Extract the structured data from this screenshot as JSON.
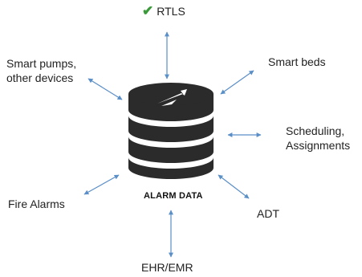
{
  "center": {
    "label": "ALARM DATA",
    "icon": "database-icon",
    "logo_icon": "arrow-logo-icon",
    "color": "#2b2b2b"
  },
  "sources": {
    "rtls": {
      "label": "RTLS",
      "badge_icon": "checkmark-icon",
      "badge_color": "#3a9a3a"
    },
    "smart_pumps": {
      "line1": "Smart pumps,",
      "line2": "other devices"
    },
    "smart_beds": {
      "label": "Smart beds"
    },
    "scheduling": {
      "line1": "Scheduling,",
      "line2": "Assignments"
    },
    "fire_alarms": {
      "label": "Fire Alarms"
    },
    "adt": {
      "label": "ADT"
    },
    "ehr": {
      "label": "EHR/EMR"
    }
  },
  "colors": {
    "arrow": "#5b8fc7",
    "text": "#222222"
  }
}
